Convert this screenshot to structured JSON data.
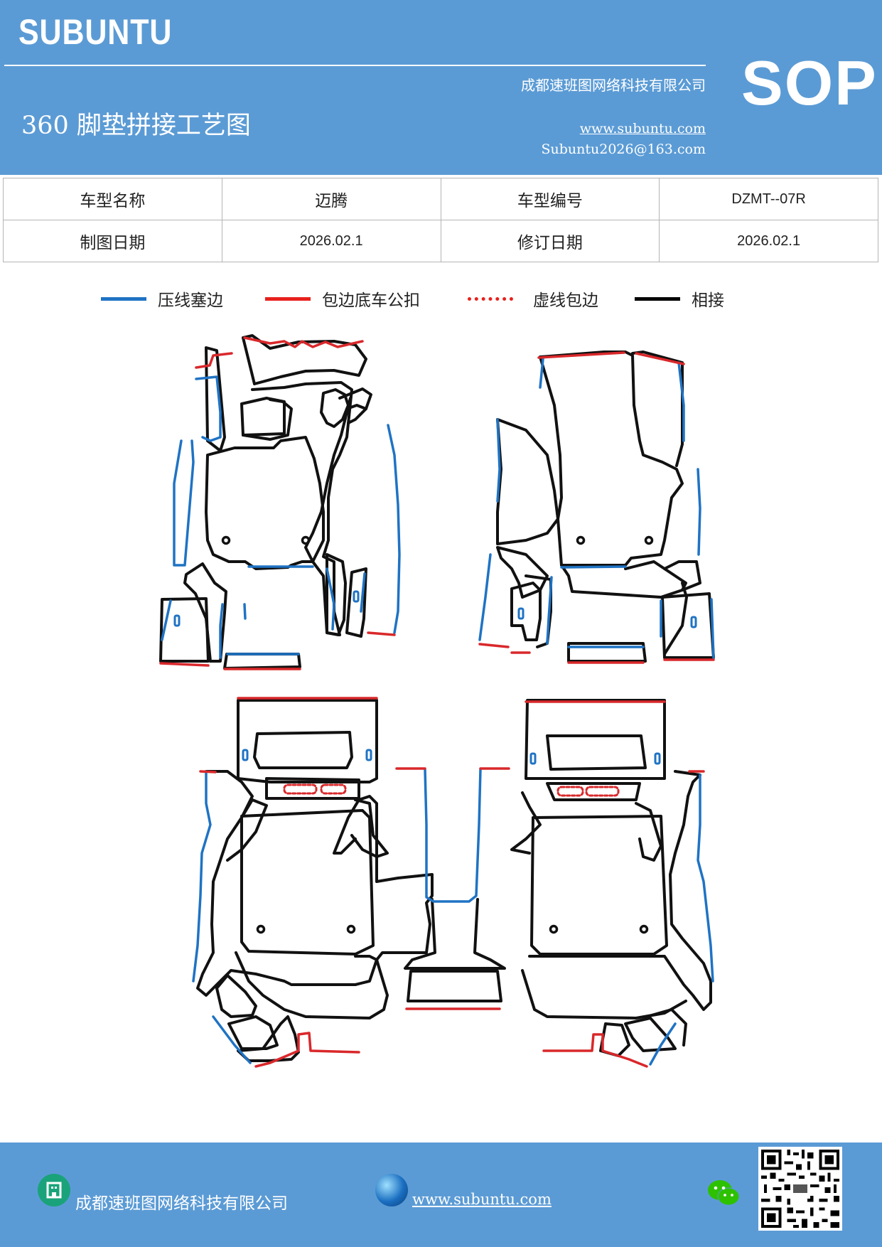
{
  "header": {
    "brand": "SUBUNTU",
    "company": "成都速班图网络科技有限公司",
    "title": "360 脚垫拼接工艺图",
    "website": "www.subuntu.com",
    "email": "Subuntu2026@163.com",
    "badge": "SOP"
  },
  "info": {
    "row1": [
      "车型名称",
      "迈腾",
      "车型编号",
      "DZMT--07R"
    ],
    "row2": [
      "制图日期",
      "2026.02.1",
      "修订日期",
      "2026.02.1"
    ]
  },
  "legend": [
    {
      "label": "压线塞边",
      "color": "#1f73c4",
      "style": "solid"
    },
    {
      "label": "包边底车公扣",
      "color": "#e8211d",
      "style": "solid"
    },
    {
      "label": "虚线包边",
      "color": "#e8211d",
      "style": "dotted"
    },
    {
      "label": "相接",
      "color": "#000000",
      "style": "solid"
    }
  ],
  "colors": {
    "header_bg": "#5b9bd5",
    "blue_line": "#1f73c4",
    "red_line": "#d9282b",
    "black_line": "#111111"
  },
  "footer": {
    "company": "成都速班图网络科技有限公司",
    "website": "www.subuntu.com",
    "icons": [
      "building-icon",
      "globe-icon",
      "wechat-icon",
      "qr-code"
    ]
  }
}
